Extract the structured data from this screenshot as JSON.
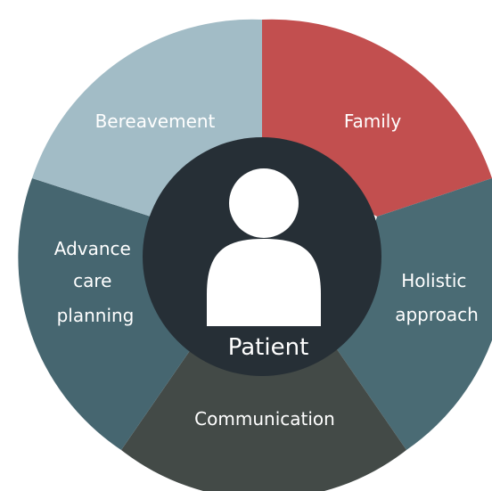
{
  "diagram": {
    "center": {
      "label": "Patient",
      "icon": "person-icon",
      "color": "#262f36",
      "icon_color": "#ffffff"
    },
    "segments": [
      {
        "id": "family",
        "lines": [
          "Family"
        ],
        "color": "#c24f4f"
      },
      {
        "id": "holistic",
        "lines": [
          "Holistic",
          "approach"
        ],
        "color": "#4a6b74"
      },
      {
        "id": "communication",
        "lines": [
          "Communication"
        ],
        "color": "#434a47"
      },
      {
        "id": "advance",
        "lines": [
          "Advance",
          "care",
          "planning"
        ],
        "color": "#466670"
      },
      {
        "id": "bereavement",
        "lines": [
          "Bereavement"
        ],
        "color": "#a2bcc6"
      }
    ]
  }
}
